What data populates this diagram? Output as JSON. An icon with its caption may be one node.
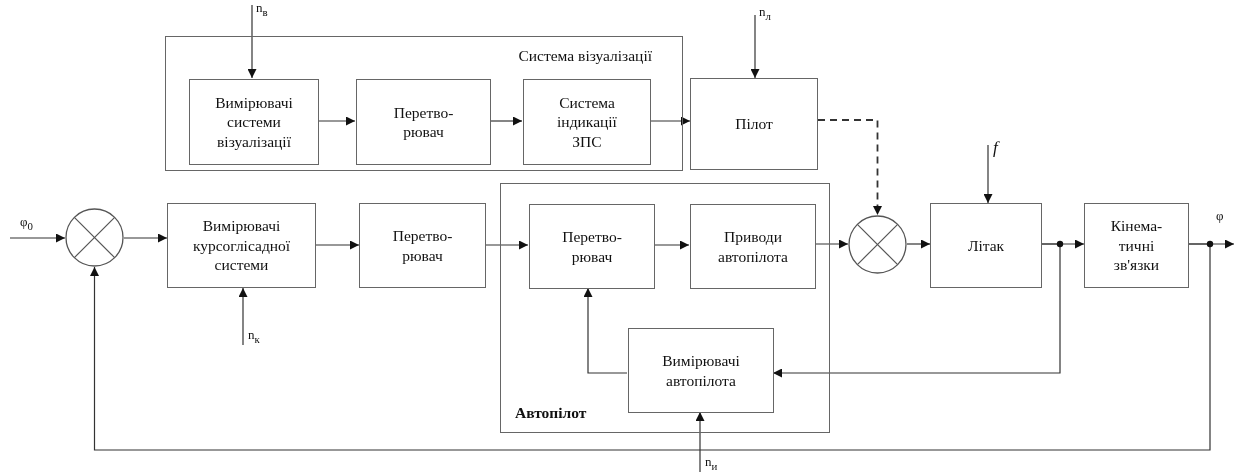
{
  "diagram": {
    "nodes": [
      {
        "text": [
          "Система візуалізації"
        ]
      },
      {
        "text": [
          "Вимірювачі системи візуалізації"
        ],
        "in": 0
      },
      {
        "text": [
          "Перетво- рювач"
        ],
        "in": 0
      },
      {
        "text": [
          "Система індикації ЗПС"
        ],
        "in": 0
      },
      {
        "text": [
          "Пілот"
        ]
      },
      {
        "text": [
          "Автопілот"
        ]
      },
      {
        "text": [],
        "shape": "circle"
      },
      {
        "text": [
          "Вимірювачі курсоглісадної системи"
        ]
      },
      {
        "text": [
          "Перетво- рювач"
        ]
      },
      {
        "text": [
          "Перетво- рювач"
        ],
        "in": 5
      },
      {
        "text": [
          "Приводи автопілота"
        ],
        "in": 5
      },
      {
        "text": [
          "Вимірювачі автопілота"
        ],
        "in": 5
      },
      {
        "text": [],
        "shape": "circle"
      },
      {
        "text": [
          "Літак"
        ]
      },
      {
        "text": [
          "Кінема- тичні зв'язки"
        ]
      },
      {
        "text": [
          "n$_{в}$"
        ]
      },
      {
        "text": [
          "n$_{л}$"
        ]
      },
      {
        "text": [
          "f"
        ]
      },
      {
        "text": [
          "φ$_{0}$"
        ]
      },
      {
        "text": [
          "φ"
        ]
      },
      {
        "text": [
          "n$_{к}$"
        ]
      },
      {
        "text": [
          "n$_{и}$"
        ]
      }
    ],
    "edges": [
      {
        "from": 15,
        "to": 1,
        "arrow": "to"
      },
      {
        "from": 1,
        "to": 2,
        "arrow": "to"
      },
      {
        "from": 2,
        "to": 3,
        "arrow": "to"
      },
      {
        "from": 3,
        "to": 4,
        "arrow": "to"
      },
      {
        "from": 16,
        "to": 4,
        "arrow": "to"
      },
      {
        "from": 4,
        "to": 12,
        "arrow": "to",
        "style": "dashed"
      },
      {
        "from": 18,
        "to": 6,
        "arrow": "to"
      },
      {
        "from": 6,
        "to": 7,
        "arrow": "to"
      },
      {
        "from": 7,
        "to": 8,
        "arrow": "to"
      },
      {
        "from": 20,
        "to": 7,
        "arrow": "to"
      },
      {
        "from": 8,
        "to": 9,
        "arrow": "to"
      },
      {
        "from": 9,
        "to": 10,
        "arrow": "to"
      },
      {
        "from": 10,
        "to": 12,
        "arrow": "to"
      },
      {
        "from": 11,
        "to": 9,
        "arrow": "to"
      },
      {
        "from": 21,
        "to": 11,
        "arrow": "to"
      },
      {
        "from": 12,
        "to": 13,
        "arrow": "to"
      },
      {
        "from": 17,
        "to": 13,
        "arrow": "to"
      },
      {
        "from": 13,
        "to": 14,
        "arrow": "to"
      },
      {
        "from": 13,
        "to": 11,
        "arrow": "to"
      },
      {
        "from": 14,
        "to": 19,
        "arrow": "to"
      },
      {
        "from": 14,
        "to": 6,
        "arrow": "to"
      }
    ]
  }
}
